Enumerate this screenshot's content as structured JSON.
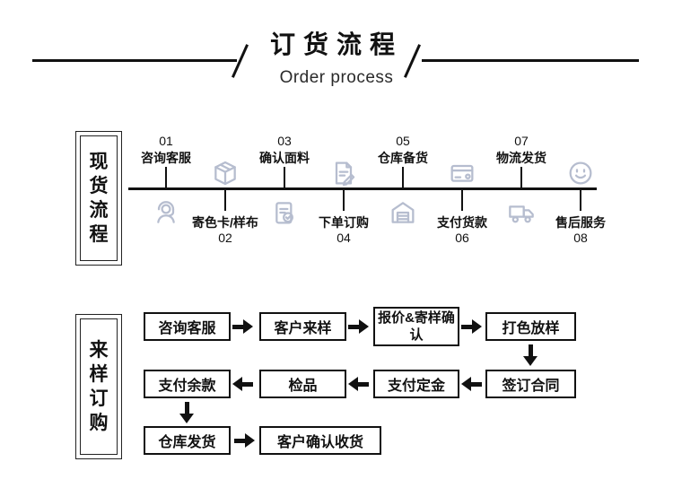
{
  "header": {
    "title": "订货流程",
    "subtitle": "Order process"
  },
  "stock_section": {
    "label": "现货流程",
    "steps": [
      {
        "num": "01",
        "label": "咨询客服",
        "icon": "customer-service"
      },
      {
        "num": "02",
        "label": "寄色卡/样布",
        "icon": "parcel-box"
      },
      {
        "num": "03",
        "label": "确认面料",
        "icon": "clipboard-check"
      },
      {
        "num": "04",
        "label": "下单订购",
        "icon": "order-document"
      },
      {
        "num": "05",
        "label": "仓库备货",
        "icon": "warehouse"
      },
      {
        "num": "06",
        "label": "支付货款",
        "icon": "payment-card"
      },
      {
        "num": "07",
        "label": "物流发货",
        "icon": "delivery-truck"
      },
      {
        "num": "08",
        "label": "售后服务",
        "icon": "smiley-face"
      }
    ]
  },
  "sample_section": {
    "label": "来样订购",
    "nodes": {
      "consult": "咨询客服",
      "customer_sample": "客户来样",
      "quote_confirm": "报价&寄样确认",
      "color_proof": "打色放样",
      "sign_contract": "签订合同",
      "pay_deposit": "支付定金",
      "inspection": "检品",
      "pay_balance": "支付余款",
      "warehouse_ship": "仓库发货",
      "customer_receive": "客户确认收货"
    }
  },
  "colors": {
    "line": "#111111",
    "icon": "#b6bdcf",
    "background": "#ffffff"
  }
}
